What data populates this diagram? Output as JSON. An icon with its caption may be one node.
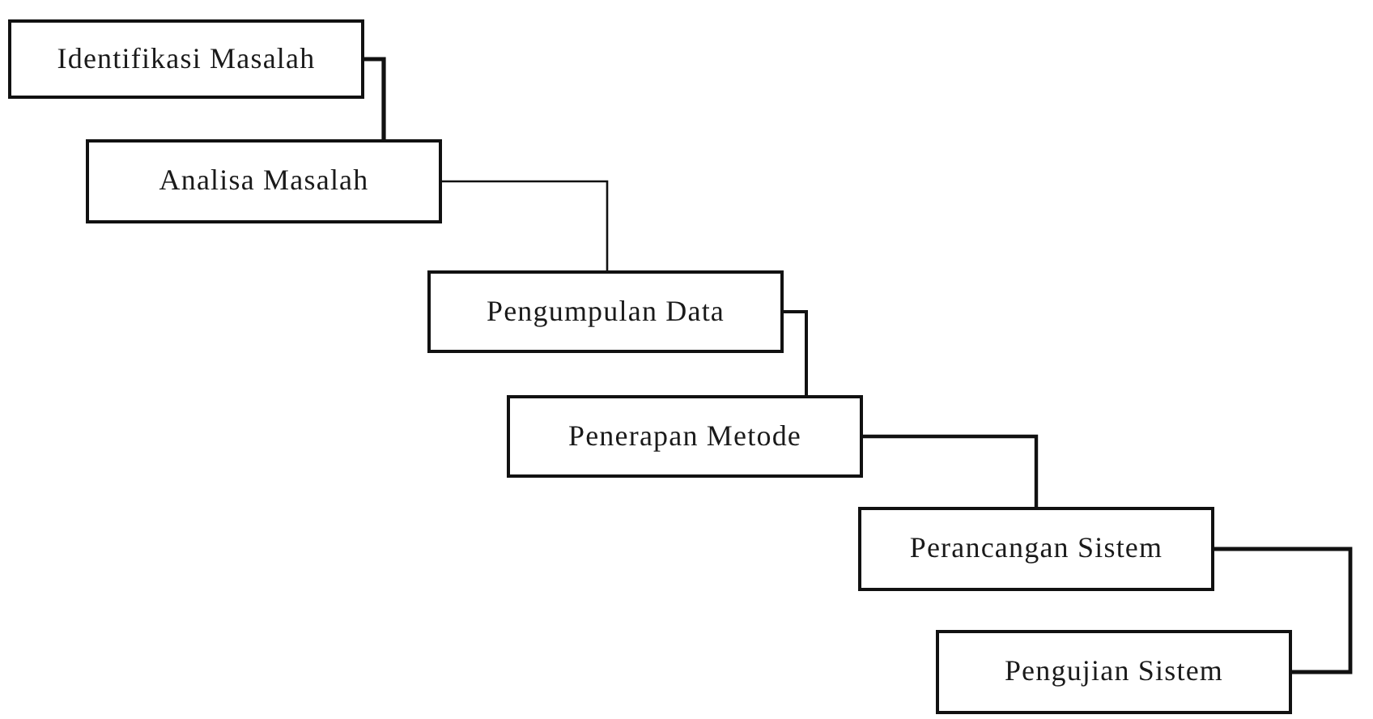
{
  "diagram": {
    "nodes": [
      {
        "text": [
          "Identifikasi Masalah"
        ]
      },
      {
        "text": [
          "Analisa Masalah"
        ]
      },
      {
        "text": [
          "Pengumpulan Data"
        ]
      },
      {
        "text": [
          "Penerapan Metode"
        ]
      },
      {
        "text": [
          "Perancangan Sistem"
        ]
      },
      {
        "text": [
          "Pengujian Sistem"
        ]
      }
    ],
    "edges": [
      {
        "from": 0,
        "to": 1,
        "arrow": "none"
      },
      {
        "from": 1,
        "to": 2,
        "arrow": "none"
      },
      {
        "from": 2,
        "to": 3,
        "arrow": "none"
      },
      {
        "from": 3,
        "to": 4,
        "arrow": "none"
      },
      {
        "from": 4,
        "to": 5,
        "arrow": "none"
      }
    ]
  }
}
